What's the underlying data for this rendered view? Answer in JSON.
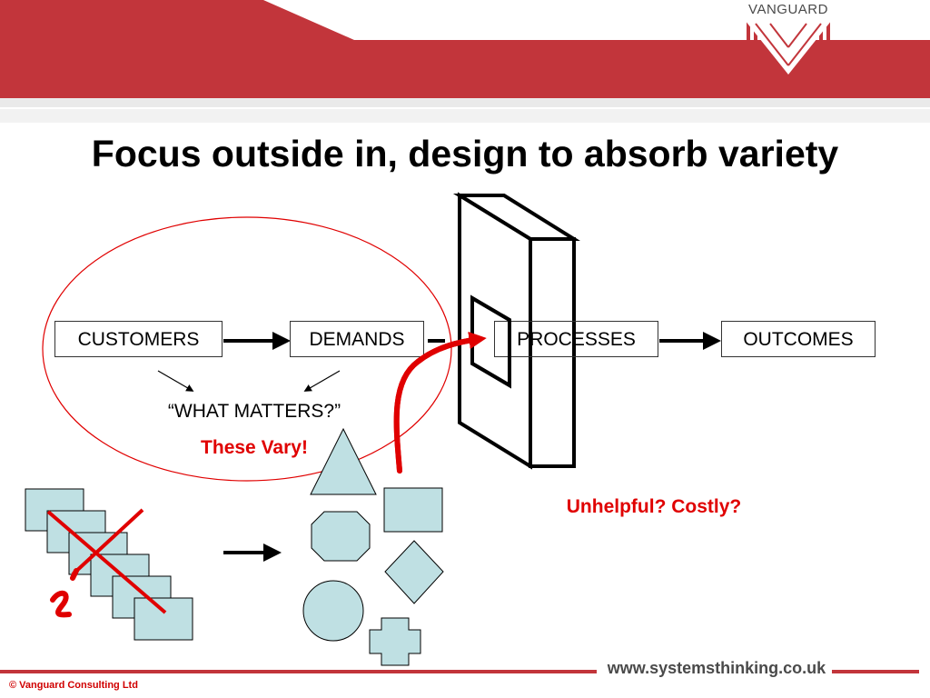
{
  "header": {
    "logo_text": "VANGUARD",
    "brand_color": "#c2353b"
  },
  "slide": {
    "title": "Focus outside in, design to absorb variety"
  },
  "diagram": {
    "boxes": {
      "customers": "CUSTOMERS",
      "demands": "DEMANDS",
      "processes": "PROCESSES",
      "outcomes": "OUTCOMES"
    },
    "what_matters": "“WHAT MATTERS?”",
    "these_vary": "These Vary!",
    "unhelpful_costly": "Unhelpful? Costly?",
    "annotation_color": "#e00000",
    "shape_fill": "#bfe0e3",
    "shape_icons": [
      "rectangle-icon",
      "triangle-icon",
      "octagon-icon",
      "diamond-icon",
      "circle-icon",
      "cross-icon"
    ]
  },
  "footer": {
    "website": "www.systemsthinking.co.uk",
    "copyright": "© Vanguard Consulting Ltd"
  }
}
